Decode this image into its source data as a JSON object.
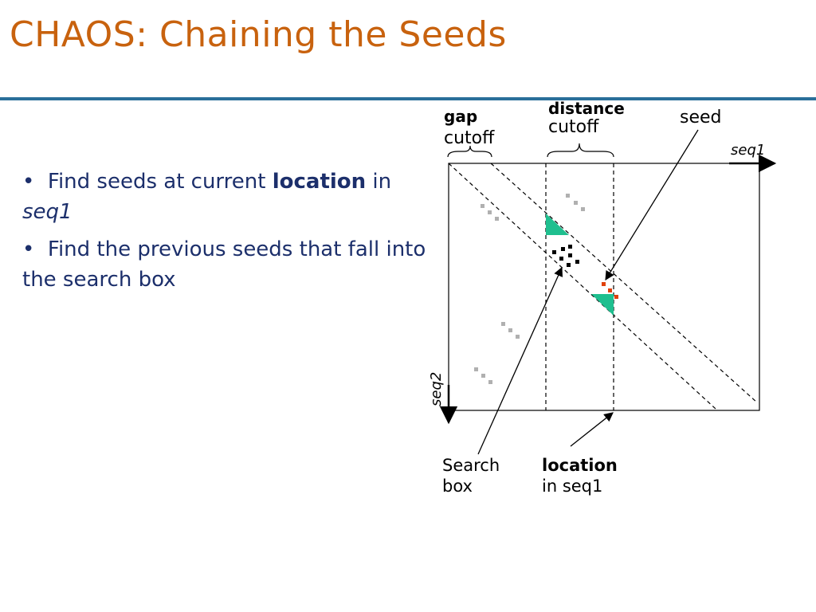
{
  "slide": {
    "title": "CHAOS: Chaining the Seeds"
  },
  "bullets": [
    {
      "prefix": "Find seeds at current ",
      "bold": "location",
      "mid": " in ",
      "italic": "seq1"
    },
    {
      "text": "Find the previous seeds that fall into the search box"
    }
  ],
  "diagram": {
    "labels": {
      "gap_bold": "gap",
      "gap_sub": "cutoff",
      "distance_bold": "distance",
      "distance_sub": "cutoff",
      "seed": "seed",
      "seq1": "seq1",
      "seq2": "seq2",
      "search_line1": "Search",
      "search_line2": "box",
      "location_bold": "location",
      "location_sub": "in seq1"
    },
    "colors": {
      "title": "#c8620e",
      "rule": "#2a6f9a",
      "bullet_text": "#1c2f6b",
      "highlight_seed": "#1fbf8f",
      "current_seed": "#e0400a",
      "other_seed": "#b0b0b0",
      "candidate_seed": "#000000"
    }
  }
}
